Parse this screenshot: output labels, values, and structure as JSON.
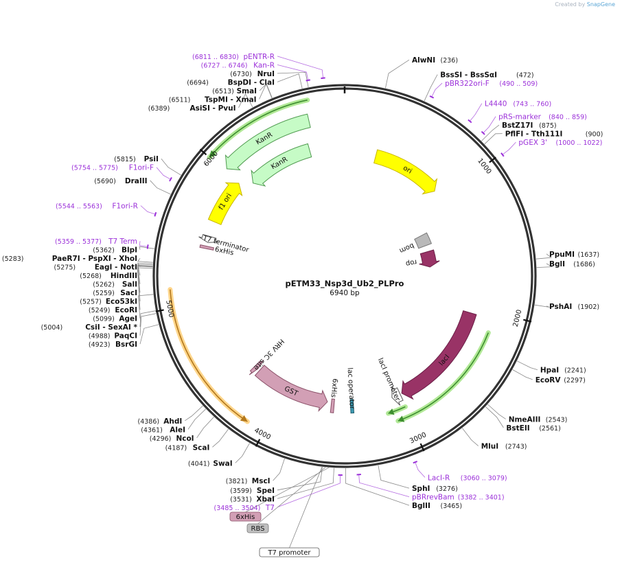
{
  "attribution": {
    "prefix": "Created by",
    "brand": "SnapGene"
  },
  "plasmid": {
    "name": "pETM33_Nsp3d_Ub2_PLPro",
    "length": 6940,
    "length_label": "6940 bp"
  },
  "ticks": [
    {
      "pos": 1000,
      "label": "1000"
    },
    {
      "pos": 2000,
      "label": "2000"
    },
    {
      "pos": 3000,
      "label": "3000"
    },
    {
      "pos": 4000,
      "label": "4000"
    },
    {
      "pos": 5000,
      "label": "5000"
    },
    {
      "pos": 6000,
      "label": "6000"
    }
  ],
  "sites": [
    {
      "name": "AlwNI",
      "pos": "236",
      "bp": 236
    },
    {
      "name": "BssSI  -  BssSαI",
      "pos": "472",
      "bp": 472
    },
    {
      "name": "BstZ17I",
      "pos": "875",
      "bp": 875
    },
    {
      "name": "PflFI  -  Tth111I",
      "pos": "900",
      "bp": 900
    },
    {
      "name": "PpuMI",
      "pos": "1637",
      "bp": 1637
    },
    {
      "name": "BglI",
      "pos": "1686",
      "bp": 1686
    },
    {
      "name": "PshAI",
      "pos": "1902",
      "bp": 1902
    },
    {
      "name": "HpaI",
      "pos": "2241",
      "bp": 2241
    },
    {
      "name": "EcoRV",
      "pos": "2297",
      "bp": 2297
    },
    {
      "name": "NmeAIII",
      "pos": "2543",
      "bp": 2543
    },
    {
      "name": "BstEII",
      "pos": "2561",
      "bp": 2561
    },
    {
      "name": "MluI",
      "pos": "2743",
      "bp": 2743
    },
    {
      "name": "SphI",
      "pos": "3276",
      "bp": 3276
    },
    {
      "name": "BglII",
      "pos": "3465",
      "bp": 3465
    },
    {
      "name": "XbaI",
      "pos": "3531",
      "bp": 3531
    },
    {
      "name": "SpeI",
      "pos": "3599",
      "bp": 3599
    },
    {
      "name": "MscI",
      "pos": "3821",
      "bp": 3821
    },
    {
      "name": "SwaI",
      "pos": "4041",
      "bp": 4041
    },
    {
      "name": "ScaI",
      "pos": "4187",
      "bp": 4187
    },
    {
      "name": "NcoI",
      "pos": "4296",
      "bp": 4296
    },
    {
      "name": "AleI",
      "pos": "4361",
      "bp": 4361
    },
    {
      "name": "AhdI",
      "pos": "4386",
      "bp": 4386
    },
    {
      "name": "BsrGI",
      "pos": "4923",
      "bp": 4923
    },
    {
      "name": "PaqCI",
      "pos": "4988",
      "bp": 4988
    },
    {
      "name": "CsiI  -  SexAI *",
      "pos": "5004",
      "bp": 5004
    },
    {
      "name": "AgeI",
      "pos": "5099",
      "bp": 5099
    },
    {
      "name": "EcoRI",
      "pos": "5249",
      "bp": 5249
    },
    {
      "name": "Eco53kI",
      "pos": "5257",
      "bp": 5257
    },
    {
      "name": "SacI",
      "pos": "5259",
      "bp": 5259
    },
    {
      "name": "SalI",
      "pos": "5262",
      "bp": 5262
    },
    {
      "name": "HindIII",
      "pos": "5268",
      "bp": 5268
    },
    {
      "name": "EagI  -  NotI",
      "pos": "5275",
      "bp": 5275
    },
    {
      "name": "PaeR7I  -  PspXI  -  XhoI",
      "pos": "5283",
      "bp": 5283
    },
    {
      "name": "BlpI",
      "pos": "5362",
      "bp": 5362
    },
    {
      "name": "DraIII",
      "pos": "5690",
      "bp": 5690
    },
    {
      "name": "PsiI",
      "pos": "5815",
      "bp": 5815
    },
    {
      "name": "AsiSI  -  PvuI",
      "pos": "6389",
      "bp": 6389
    },
    {
      "name": "TspMI  -  XmaI",
      "pos": "6511",
      "bp": 6511
    },
    {
      "name": "SmaI",
      "pos": "6513",
      "bp": 6513
    },
    {
      "name": "BspDI  -  ClaI",
      "pos": "6694",
      "bp": 6694
    },
    {
      "name": "NruI",
      "pos": "6730",
      "bp": 6730
    }
  ],
  "primers": [
    {
      "name": "pENTR-R",
      "range": "6811 .. 6830",
      "bp": 6820
    },
    {
      "name": "Kan-R",
      "range": "6727 .. 6746",
      "bp": 6736
    },
    {
      "name": "pBR322ori-F",
      "range": "490 .. 509",
      "bp": 500
    },
    {
      "name": "L4440",
      "range": "743 .. 760",
      "bp": 751
    },
    {
      "name": "pRS-marker",
      "range": "840 .. 859",
      "bp": 850
    },
    {
      "name": "pGEX 3'",
      "range": "1000 .. 1022",
      "bp": 1011
    },
    {
      "name": "F1ori-F",
      "range": "5754 .. 5775",
      "bp": 5765
    },
    {
      "name": "F1ori-R",
      "range": "5544 .. 5563",
      "bp": 5553
    },
    {
      "name": "T7 Term",
      "range": "5359 .. 5377",
      "bp": 5368
    },
    {
      "name": "LacI-R",
      "range": "3060 .. 3079",
      "bp": 3070
    },
    {
      "name": "pBRrevBam",
      "range": "3382 .. 3401",
      "bp": 3391
    },
    {
      "name": "T7",
      "range": "3485 .. 3504",
      "bp": 3494
    }
  ],
  "features": [
    {
      "name": "ori",
      "start": 280,
      "end": 900,
      "ring": 180,
      "dir": "cw",
      "fill": "#ffff00",
      "stroke": "#c8b400",
      "label": "ori"
    },
    {
      "name": "bom",
      "start": 1200,
      "end": 1340,
      "ring": 125,
      "dir": "none",
      "fill": "#b9b9b9",
      "stroke": "#777777",
      "label": "bom"
    },
    {
      "name": "rop",
      "start": 1420,
      "end": 1620,
      "ring": 125,
      "dir": "cw",
      "fill": "#993366",
      "stroke": "#6b1f47",
      "label": "rop"
    },
    {
      "name": "lacI",
      "start": 2050,
      "end": 2970,
      "ring": 190,
      "dir": "cw",
      "fill": "#993366",
      "stroke": "#6b1f47",
      "label": "lacI"
    },
    {
      "name": "lacI promoter",
      "start": 2985,
      "end": 3060,
      "ring": 190,
      "dir": "cw",
      "fill": "#ffffff",
      "stroke": "#555555",
      "label": "lacI promoter"
    },
    {
      "name": "lac operator",
      "start": 3395,
      "end": 3420,
      "ring": 190,
      "dir": "none",
      "fill": "#3c9ab2",
      "stroke": "#245f6e",
      "label": "lac operator"
    },
    {
      "name": "GST",
      "start": 3620,
      "end": 4280,
      "ring": 185,
      "dir": "ccw",
      "fill": "#d29fb5",
      "stroke": "#8a5068",
      "label": "GST"
    },
    {
      "name": "HRV 3C site",
      "start": 4300,
      "end": 4335,
      "ring": 185,
      "dir": "ccw",
      "fill": "#d29fb5",
      "stroke": "#8a5068",
      "label": "HRV 3C site"
    },
    {
      "name": "6xHis",
      "start": 3560,
      "end": 3585,
      "ring": 190,
      "dir": "none",
      "fill": "#d29fb5",
      "stroke": "#8a5068",
      "label": "6xHis"
    },
    {
      "name": "6xHis-2",
      "start": 5420,
      "end": 5440,
      "ring": 205,
      "dir": "none",
      "fill": "#d29fb5",
      "stroke": "#8a5068",
      "label": "6xHis"
    },
    {
      "name": "T7 terminator",
      "start": 5470,
      "end": 5520,
      "ring": 205,
      "dir": "ccw",
      "fill": "#ffffff",
      "stroke": "#555555",
      "label": "T7 terminator"
    },
    {
      "name": "f1 ori",
      "start": 5640,
      "end": 6000,
      "ring": 205,
      "dir": "cw",
      "fill": "#ffff00",
      "stroke": "#c8b400",
      "label": "f1 ori"
    },
    {
      "name": "KanR",
      "start": 6020,
      "end": 6690,
      "ring": 232,
      "dir": "ccw",
      "fill": "#c6fbc6",
      "stroke": "#4f9a4f",
      "label": "KanR"
    },
    {
      "name": "KanR-2",
      "start": 6080,
      "end": 6640,
      "ring": 190,
      "dir": "ccw",
      "fill": "#c6fbc6",
      "stroke": "#4f9a4f",
      "label": "KanR"
    }
  ],
  "orf_lines": [
    {
      "name": "orf-green-top",
      "start": 6000,
      "end": 6710,
      "ring": 262,
      "dir": "ccw",
      "color": "#3d8e2f",
      "halo": "#a9e68b"
    },
    {
      "name": "orf-green-right",
      "start": 2150,
      "end": 3080,
      "ring": 225,
      "dir": "cw",
      "color": "#3d8e2f",
      "halo": "#a9e68b"
    },
    {
      "name": "orf-green-inner",
      "start": 2990,
      "end": 3130,
      "ring": 210,
      "dir": "cw",
      "color": "#3d8e2f",
      "halo": "#a9e68b"
    },
    {
      "name": "orf-orange",
      "start": 4120,
      "end": 5120,
      "ring": 255,
      "dir": "ccw",
      "color": "#b3781c",
      "halo": "#ffd27f"
    }
  ],
  "callouts": [
    {
      "name": "6xHis",
      "fill": "#d29fb5",
      "stroke": "#8a5068"
    },
    {
      "name": "RBS",
      "fill": "#c0c0c0",
      "stroke": "#777777"
    },
    {
      "name": "T7 promoter",
      "fill": "#ffffff",
      "stroke": "#555555"
    }
  ]
}
